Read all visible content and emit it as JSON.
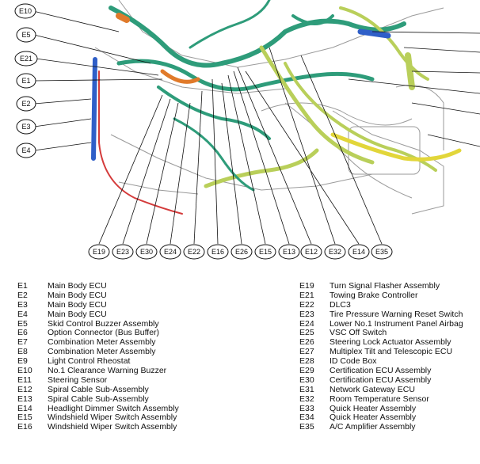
{
  "diagram": {
    "left_callouts": [
      "E10",
      "E5",
      "E21",
      "E1",
      "E2",
      "E3",
      "E4"
    ],
    "bottom_callouts": [
      "E19",
      "E23",
      "E30",
      "E24",
      "E22",
      "E16",
      "E26",
      "E15",
      "E13",
      "E12",
      "E32",
      "E14",
      "E35"
    ]
  },
  "legend": {
    "left": [
      {
        "code": "E1",
        "label": "Main Body ECU"
      },
      {
        "code": "E2",
        "label": "Main Body ECU"
      },
      {
        "code": "E3",
        "label": "Main Body ECU"
      },
      {
        "code": "E4",
        "label": "Main Body ECU"
      },
      {
        "code": "E5",
        "label": "Skid Control Buzzer Assembly"
      },
      {
        "code": "E6",
        "label": "Option Connector (Bus Buffer)"
      },
      {
        "code": "E7",
        "label": "Combination Meter Assembly"
      },
      {
        "code": "E8",
        "label": "Combination Meter Assembly"
      },
      {
        "code": "E9",
        "label": "Light Control Rheostat"
      },
      {
        "code": "E10",
        "label": "No.1 Clearance Warning Buzzer"
      },
      {
        "code": "E11",
        "label": "Steering Sensor"
      },
      {
        "code": "E12",
        "label": "Spiral Cable Sub-Assembly"
      },
      {
        "code": "E13",
        "label": "Spiral Cable Sub-Assembly"
      },
      {
        "code": "E14",
        "label": "Headlight Dimmer Switch Assembly"
      },
      {
        "code": "E15",
        "label": "Windshield Wiper Switch Assembly"
      },
      {
        "code": "E16",
        "label": "Windshield Wiper Switch Assembly"
      }
    ],
    "right": [
      {
        "code": "E19",
        "label": "Turn Signal Flasher Assembly"
      },
      {
        "code": "E21",
        "label": "Towing Brake Controller"
      },
      {
        "code": "E22",
        "label": "DLC3"
      },
      {
        "code": "E23",
        "label": "Tire Pressure Warning Reset Switch"
      },
      {
        "code": "E24",
        "label": "Lower No.1 Instrument Panel Airbag"
      },
      {
        "code": "E25",
        "label": "VSC Off Switch"
      },
      {
        "code": "E26",
        "label": "Steering Lock Actuator Assembly"
      },
      {
        "code": "E27",
        "label": "Multiplex Tilt and Telescopic ECU"
      },
      {
        "code": "E28",
        "label": "ID Code Box"
      },
      {
        "code": "E29",
        "label": "Certification ECU Assembly"
      },
      {
        "code": "E30",
        "label": "Certification ECU Assembly"
      },
      {
        "code": "E31",
        "label": "Network Gateway ECU"
      },
      {
        "code": "E32",
        "label": "Room Temperature Sensor"
      },
      {
        "code": "E33",
        "label": "Quick Heater Assembly"
      },
      {
        "code": "E34",
        "label": "Quick Heater Assembly"
      },
      {
        "code": "E35",
        "label": "A/C Amplifier Assembly"
      }
    ]
  },
  "colors": {
    "harness_main": "#2e9c7a",
    "harness_light": "#b9cf5a",
    "harness_yellow": "#e2d63a",
    "harness_red": "#d43b3b",
    "harness_blue": "#2f5fc8",
    "harness_orange": "#e07a2a",
    "outline": "#8a8a8a"
  }
}
